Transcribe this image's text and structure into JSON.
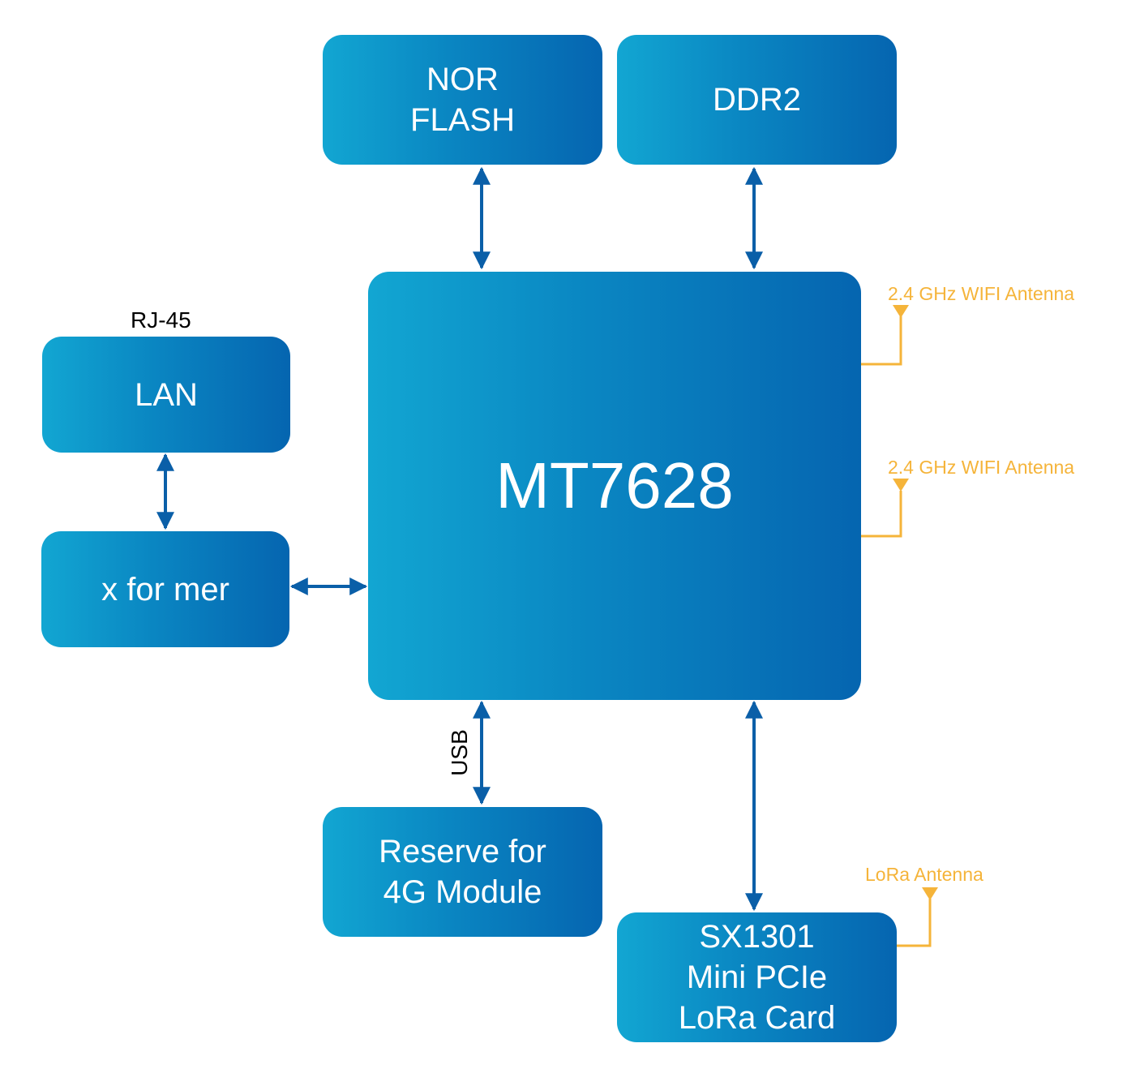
{
  "blocks": {
    "nor_flash": [
      "NOR",
      "FLASH"
    ],
    "ddr2": [
      "DDR2"
    ],
    "mt7628": [
      "MT7628"
    ],
    "lan": [
      "LAN"
    ],
    "transformer": [
      "x for mer"
    ],
    "reserve_4g": [
      "Reserve for",
      "4G Module"
    ],
    "lora_card": [
      "SX1301",
      "Mini PCIe",
      "LoRa Card"
    ]
  },
  "labels": {
    "rj45": "RJ-45",
    "usb": "USB",
    "wifi_antenna_1": "2.4 GHz WIFI Antenna",
    "wifi_antenna_2": "2.4 GHz WIFI Antenna",
    "lora_antenna": "LoRa Antenna"
  },
  "colors": {
    "box_gradient_start": "#12a6d2",
    "box_gradient_end": "#0565b0",
    "arrow": "#0a5fa8",
    "antenna": "#f5b43a",
    "text_on_box": "#ffffff"
  }
}
